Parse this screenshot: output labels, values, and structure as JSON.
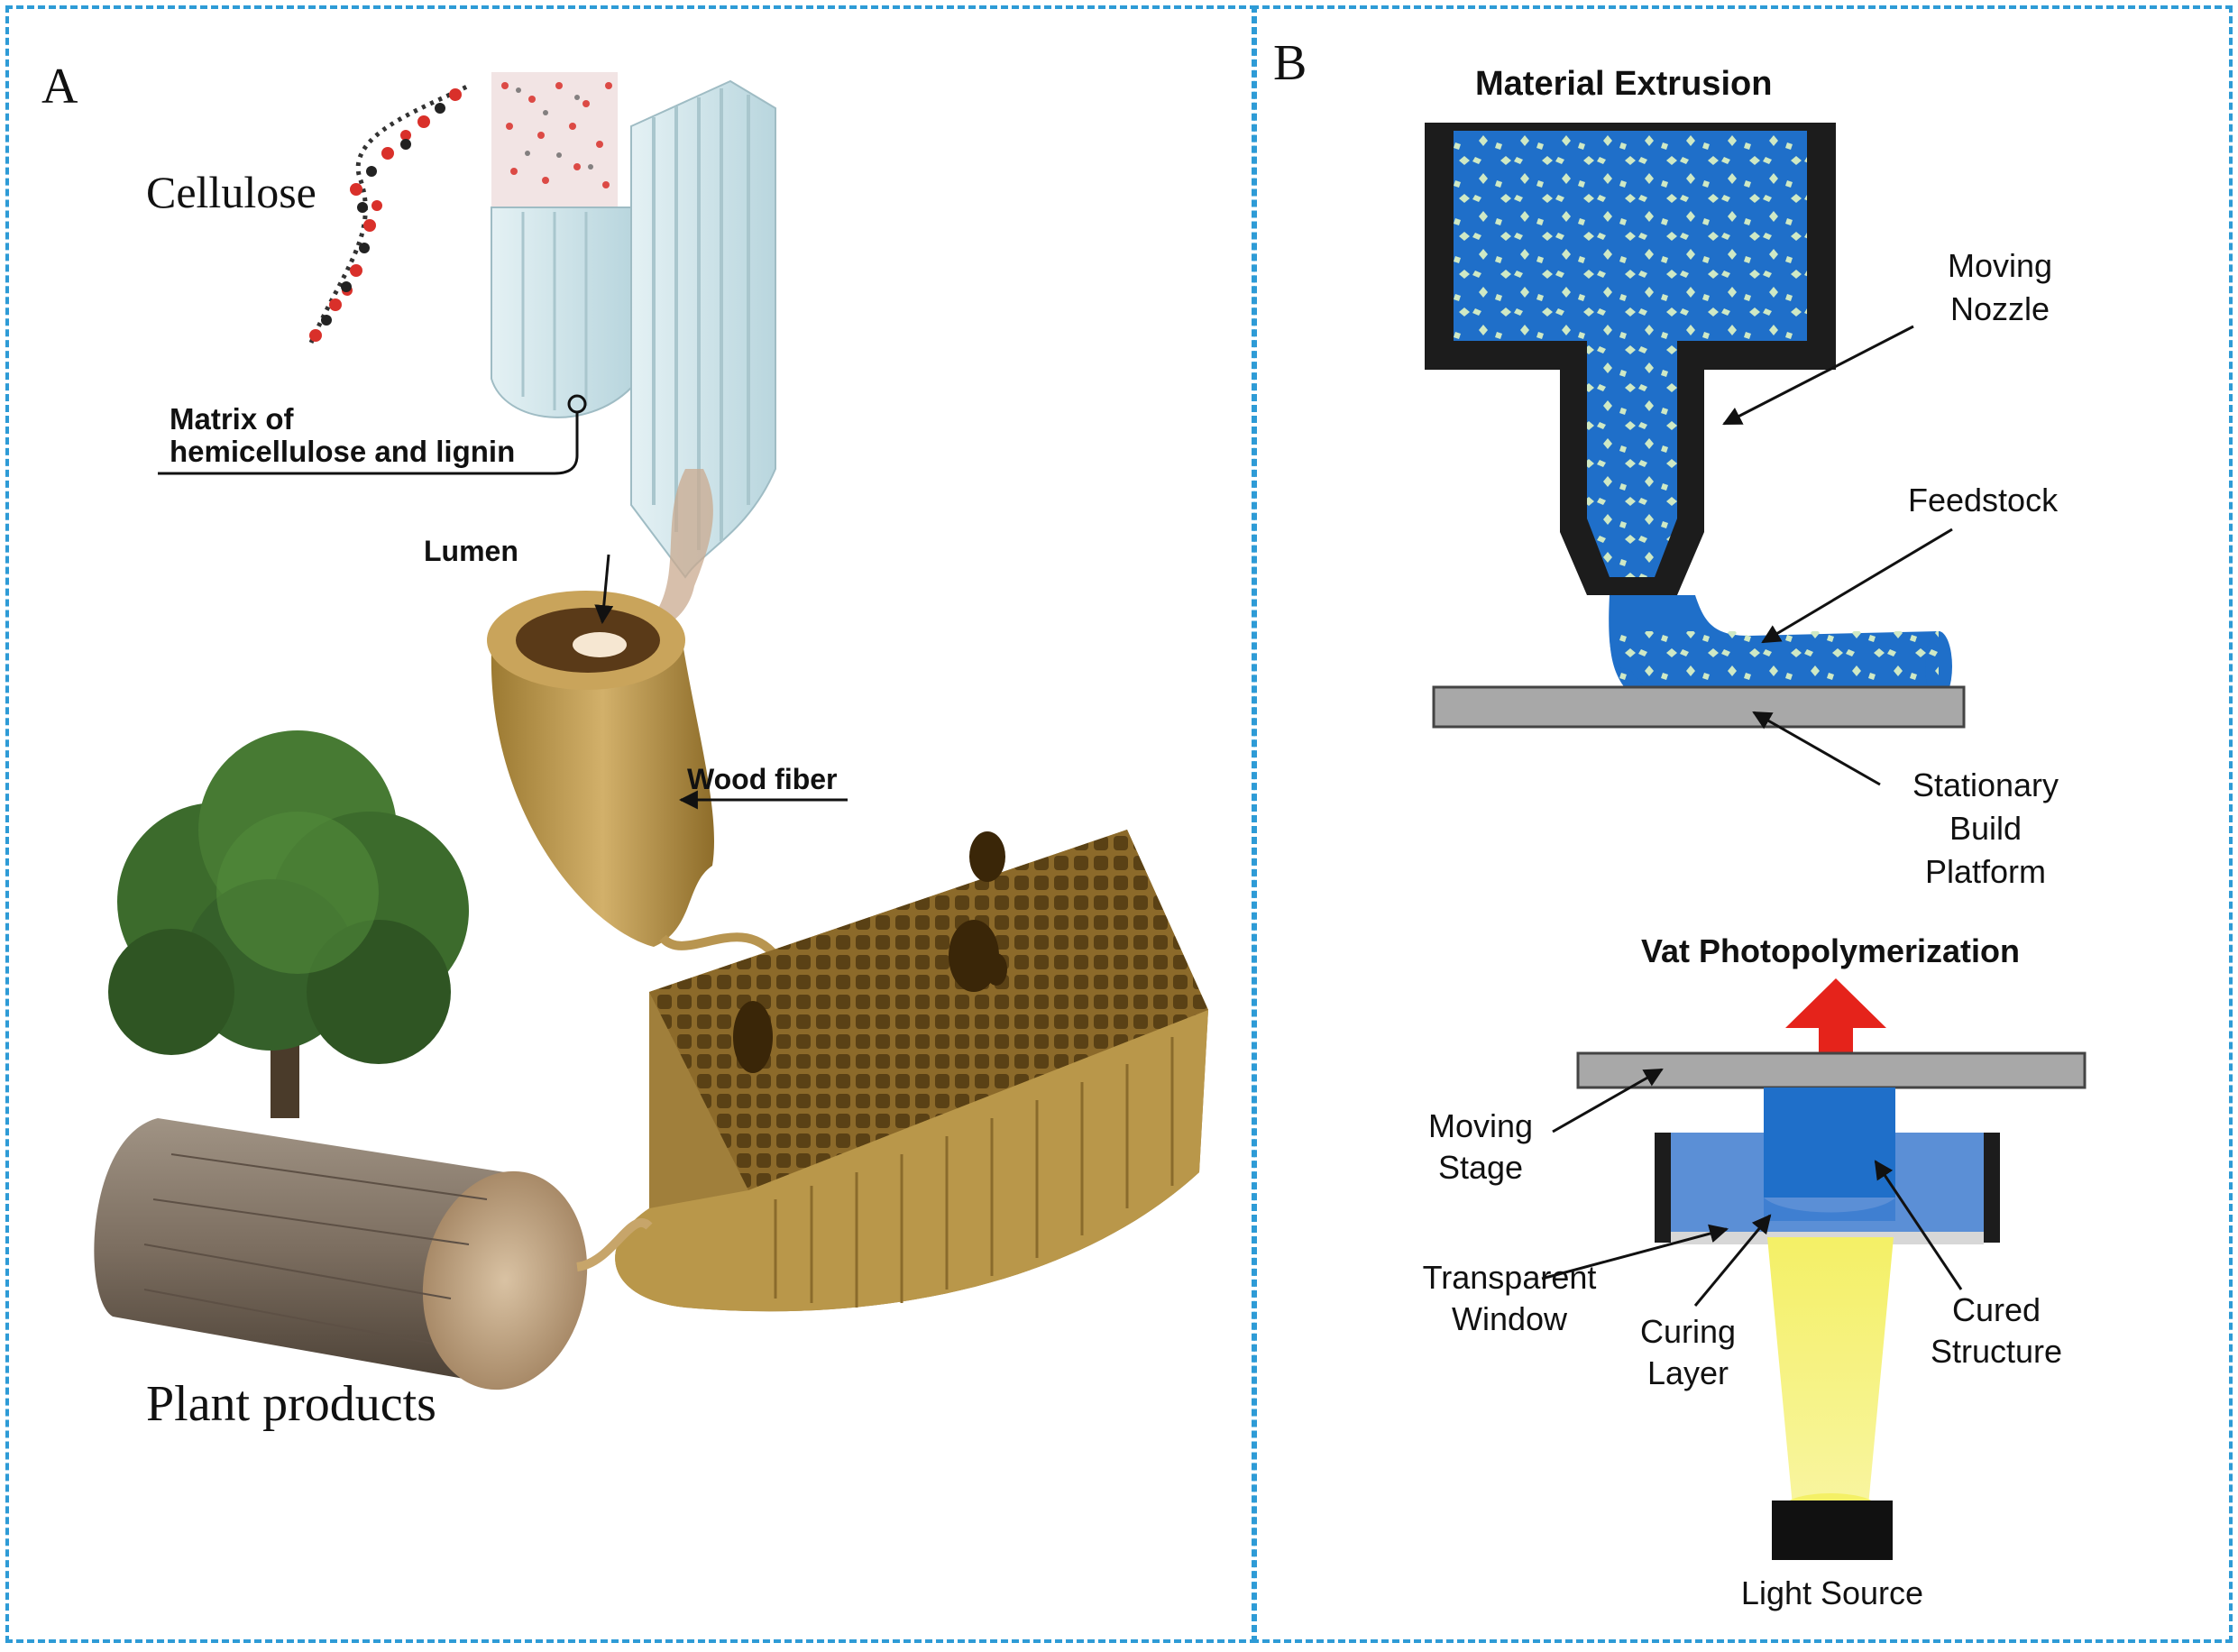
{
  "panel_a": {
    "letter": "A",
    "cellulose": "Cellulose",
    "matrix_line1": "Matrix of",
    "matrix_line2": "hemicellulose and lignin",
    "lumen": "Lumen",
    "wood_fiber": "Wood fiber",
    "plant_products": "Plant products"
  },
  "panel_b": {
    "letter": "B",
    "material_extrusion": "Material Extrusion",
    "moving_nozzle_1": "Moving",
    "moving_nozzle_2": "Nozzle",
    "feedstock": "Feedstock",
    "platform_1": "Stationary",
    "platform_2": "Build",
    "platform_3": "Platform",
    "vat_title": "Vat Photopolymerization",
    "moving_stage_1": "Moving",
    "moving_stage_2": "Stage",
    "window_1": "Transparent",
    "window_2": "Window",
    "curing_1": "Curing",
    "curing_2": "Layer",
    "cured_1": "Cured",
    "cured_2": "Structure",
    "light_source": "Light Source"
  },
  "colors": {
    "border": "#2e9bd6",
    "nozzle_body": "#1c1c1c",
    "feedstock_blue": "#1f6fc9",
    "particle": "#cfe9c4",
    "platform": "#a8a8a8",
    "vat_blue": "#5b8fd6",
    "cured_blue": "#1f6fc9",
    "light_yellow": "#f2ee4a",
    "arrow_red": "#e5231b",
    "wood": "#b9974a",
    "bark": "#7a6b5c",
    "foliage": "#3c6b2c"
  }
}
